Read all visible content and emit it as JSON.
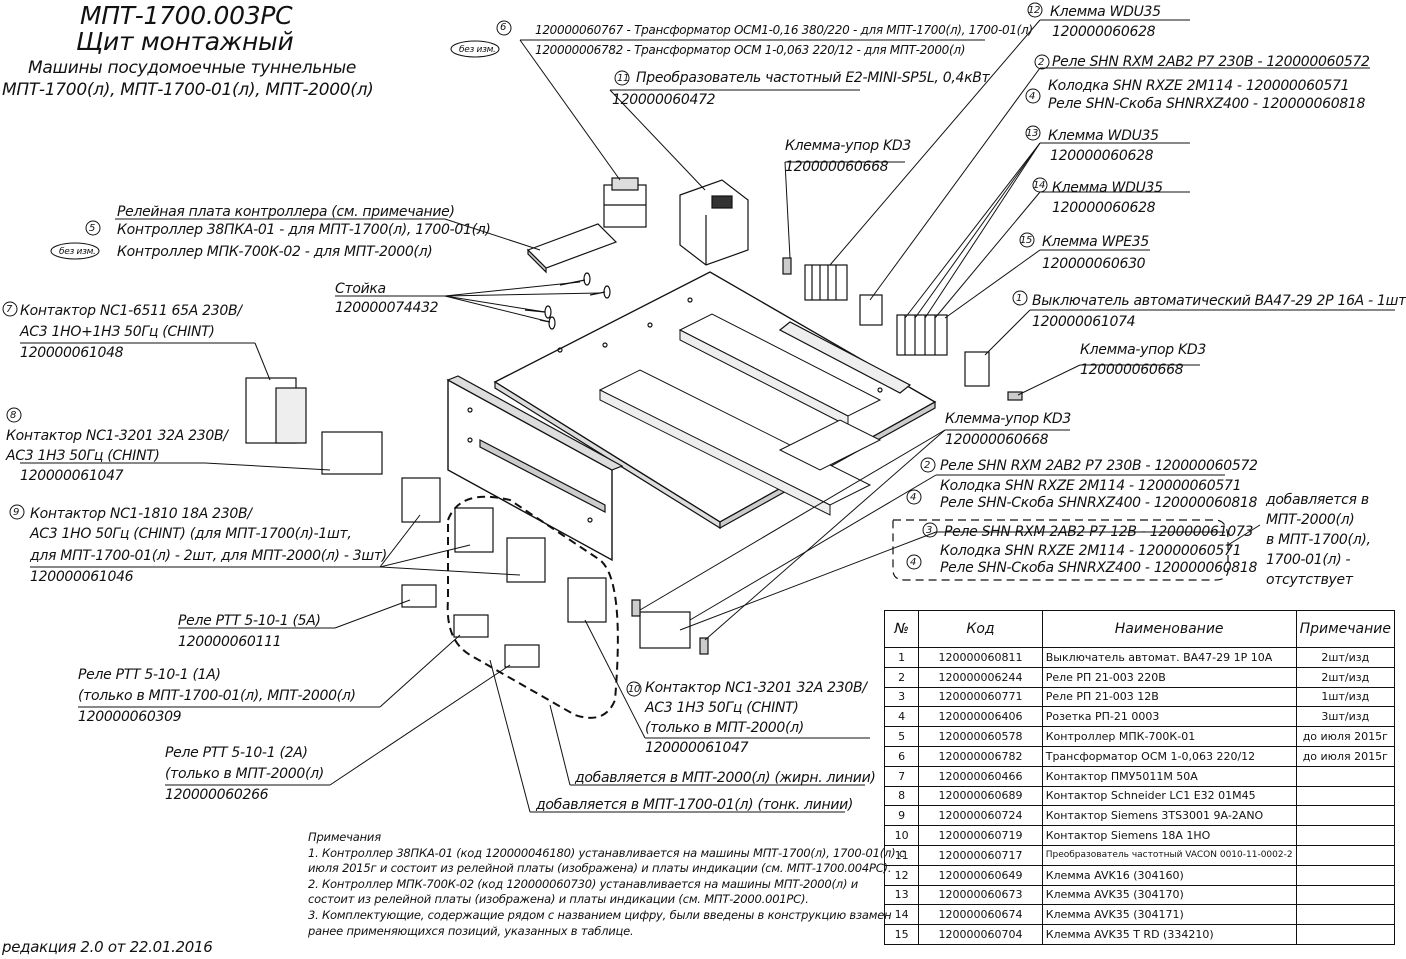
{
  "title": {
    "code": "МПТ-1700.003РС",
    "name": "Щит монтажный",
    "subtitle1": "Машины посудомоечные туннельные",
    "subtitle2": "МПТ-1700(л), МПТ-1700-01(л), МПТ-2000(л)"
  },
  "revision": "редакция 2.0 от 22.01.2016",
  "callouts": {
    "c6_line1": "120000060767 - Трансформатор ОСМ1-0,16  380/220 - для МПТ-1700(л), 1700-01(л)",
    "c6_line2": "120000006782 - Трансформатор ОСМ 1-0,063  220/12 - для МПТ-2000(л)",
    "c6_num": "6",
    "bez_izm": "без изм.",
    "c11_line1": "Преобразователь частотный E2-MINI-SP5L, 0,4кВт",
    "c11_line2": "120000060472",
    "c11_num": "11",
    "c12_line1": "Клемма WDU35",
    "c12_line2": "120000060628",
    "c12_num": "12",
    "c2a_line1": "Реле SHN RXM 2AB2 P7 230В - 120000060572",
    "c2a_num": "2",
    "c4a_line1": "Колодка SHN RXZE 2M114 - 120000060571",
    "c4a_line2": "Реле SHN-Скоба SHNRXZ400 - 120000060818",
    "c4a_num": "4",
    "c13_line1": "Клемма WDU35",
    "c13_line2": "120000060628",
    "c13_num": "13",
    "c14_line1": "Клемма WDU35",
    "c14_line2": "120000060628",
    "c14_num": "14",
    "c15_line1": "Клемма WPE35",
    "c15_line2": "120000060630",
    "c15_num": "15",
    "c1_line1": "Выключатель автоматический ВА47-29 2Р 16А - 1шт",
    "c1_line2": "120000061074",
    "c1_num": "1",
    "kd3_top_line1": "Клемма-упор KD3",
    "kd3_top_line2": "120000060668",
    "kd3_right_line1": "Клемма-упор KD3",
    "kd3_right_line2": "120000060668",
    "kd3_mid_line1": "Клемма-упор KD3",
    "kd3_mid_line2": "120000060668",
    "c2b_line1": "Реле SHN RXM 2AB2 P7 230В - 120000060572",
    "c2b_num": "2",
    "c4b_line1": "Колодка SHN RXZE 2M114 - 120000060571",
    "c4b_line2": "Реле SHN-Скоба SHNRXZ400 - 120000060818",
    "c4b_num": "4",
    "c3_line1": "Реле SHN RXM 2AB2 P7 12В - 120000061073",
    "c3_num": "3",
    "c4c_line1": "Колодка SHN RXZE 2M114 - 120000060571",
    "c4c_line2": "Реле SHN-Скоба SHNRXZ400 - 120000060818",
    "c4c_num": "4",
    "added_note1": "добавляется в",
    "added_note2": "МПТ-2000(л)",
    "added_note3": "в МПТ-1700(л),",
    "added_note4": "1700-01(л) -",
    "added_note5": "отсутствует",
    "c5_label": "Релейная плата контроллера (см. примечание)",
    "c5_line1": "Контроллер 38ПКА-01 - для МПТ-1700(л), 1700-01(л)",
    "c5_line2": "Контроллер МПК-700К-02 - для МПТ-2000(л)",
    "c5_num": "5",
    "stoyka_line1": "Стойка",
    "stoyka_line2": "120000074432",
    "c7_line1": "Контактор NC1-6511 65А 230В/",
    "c7_line2": "АС3 1НО+1НЗ 50Гц (CHINT)",
    "c7_line3": "120000061048",
    "c7_num": "7",
    "c8_line1": "Контактор NC1-3201 32А 230В/",
    "c8_line2": "АС3 1НЗ 50Гц (CHINT)",
    "c8_line3": "120000061047",
    "c8_num": "8",
    "c9_line1": "Контактор NC1-1810 18А 230В/",
    "c9_line2": "АС3 1НО 50Гц (CHINT) (для МПТ-1700(л)-1шт,",
    "c9_line3": "для МПТ-1700-01(л) - 2шт, для МПТ-2000(л) - 3шт)",
    "c9_line4": "120000061046",
    "c9_num": "9",
    "rtt5_line1": "Реле РТТ 5-10-1 (5А)",
    "rtt5_line2": "120000060111",
    "rtt1_line1": "Реле РТТ 5-10-1 (1А)",
    "rtt1_line2": "(только в МПТ-1700-01(л), МПТ-2000(л)",
    "rtt1_line3": "120000060309",
    "rtt2_line1": "Реле РТТ 5-10-1 (2А)",
    "rtt2_line2": "(только в МПТ-2000(л)",
    "rtt2_line3": "120000060266",
    "c10_line1": "Контактор NC1-3201 32А 230В/",
    "c10_line2": "АС3 1НЗ 50Гц (CHINT)",
    "c10_line3": "(только в МПТ-2000(л)",
    "c10_line4": "120000061047",
    "c10_num": "10",
    "added_bold": "добавляется в МПТ-2000(л) (жирн. линии)",
    "added_thin": "добавляется в МПТ-1700-01(л) (тонк. линии)"
  },
  "notes": {
    "heading": "Примечания",
    "lines": [
      "1. Контроллер 38ПКА-01 (код 120000046180) устанавливается на машины МПТ-1700(л), 1700-01(л) с",
      "июля 2015г и состоит из релейной платы (изображена) и платы индикации (см. МПТ-1700.004РС).",
      "2. Контроллер МПК-700К-02 (код 120000060730) устанавливается на машины МПТ-2000(л) и",
      "состоит из релейной платы (изображена) и платы индикации (см. МПТ-2000.001РС).",
      "3. Комплектующие, содержащие рядом с названием цифру, были введены в конструкцию взамен",
      "ранее применяющихся позиций, указанных в таблице."
    ]
  },
  "table": {
    "headers": [
      "№",
      "Код",
      "Наименование",
      "Примечание"
    ],
    "rows": [
      [
        "1",
        "120000060811",
        "Выключатель автомат. ВА47-29 1Р 10А",
        "2шт/изд"
      ],
      [
        "2",
        "120000006244",
        "Реле РП 21-003 220В",
        "2шт/изд"
      ],
      [
        "3",
        "120000060771",
        "Реле РП 21-003 12В",
        "1шт/изд"
      ],
      [
        "4",
        "120000006406",
        "Розетка РП-21 0003",
        "3шт/изд"
      ],
      [
        "5",
        "120000060578",
        "Контроллер МПК-700К-01",
        "до июля 2015г"
      ],
      [
        "6",
        "120000006782",
        "Трансформатор ОСМ 1-0,063  220/12",
        "до июля 2015г"
      ],
      [
        "7",
        "120000060466",
        "Контактор ПМУ5011М 50А",
        ""
      ],
      [
        "8",
        "120000060689",
        "Контактор Schneider LC1 E32 01M45",
        ""
      ],
      [
        "9",
        "120000060724",
        "Контактор Siemens 3TS3001 9A-2ANO",
        ""
      ],
      [
        "10",
        "120000060719",
        "Контактор Siemens 18A 1НО",
        ""
      ],
      [
        "11",
        "120000060717",
        "Преобразователь частотный VACON 0010-11-0002-2",
        ""
      ],
      [
        "12",
        "120000060649",
        "Клемма AVK16 (304160)",
        ""
      ],
      [
        "13",
        "120000060673",
        "Клемма AVK35 (304170)",
        ""
      ],
      [
        "14",
        "120000060674",
        "Клемма AVK35 (304171)",
        ""
      ],
      [
        "15",
        "120000060704",
        "Клемма AVK35 T RD (334210)",
        ""
      ]
    ]
  }
}
